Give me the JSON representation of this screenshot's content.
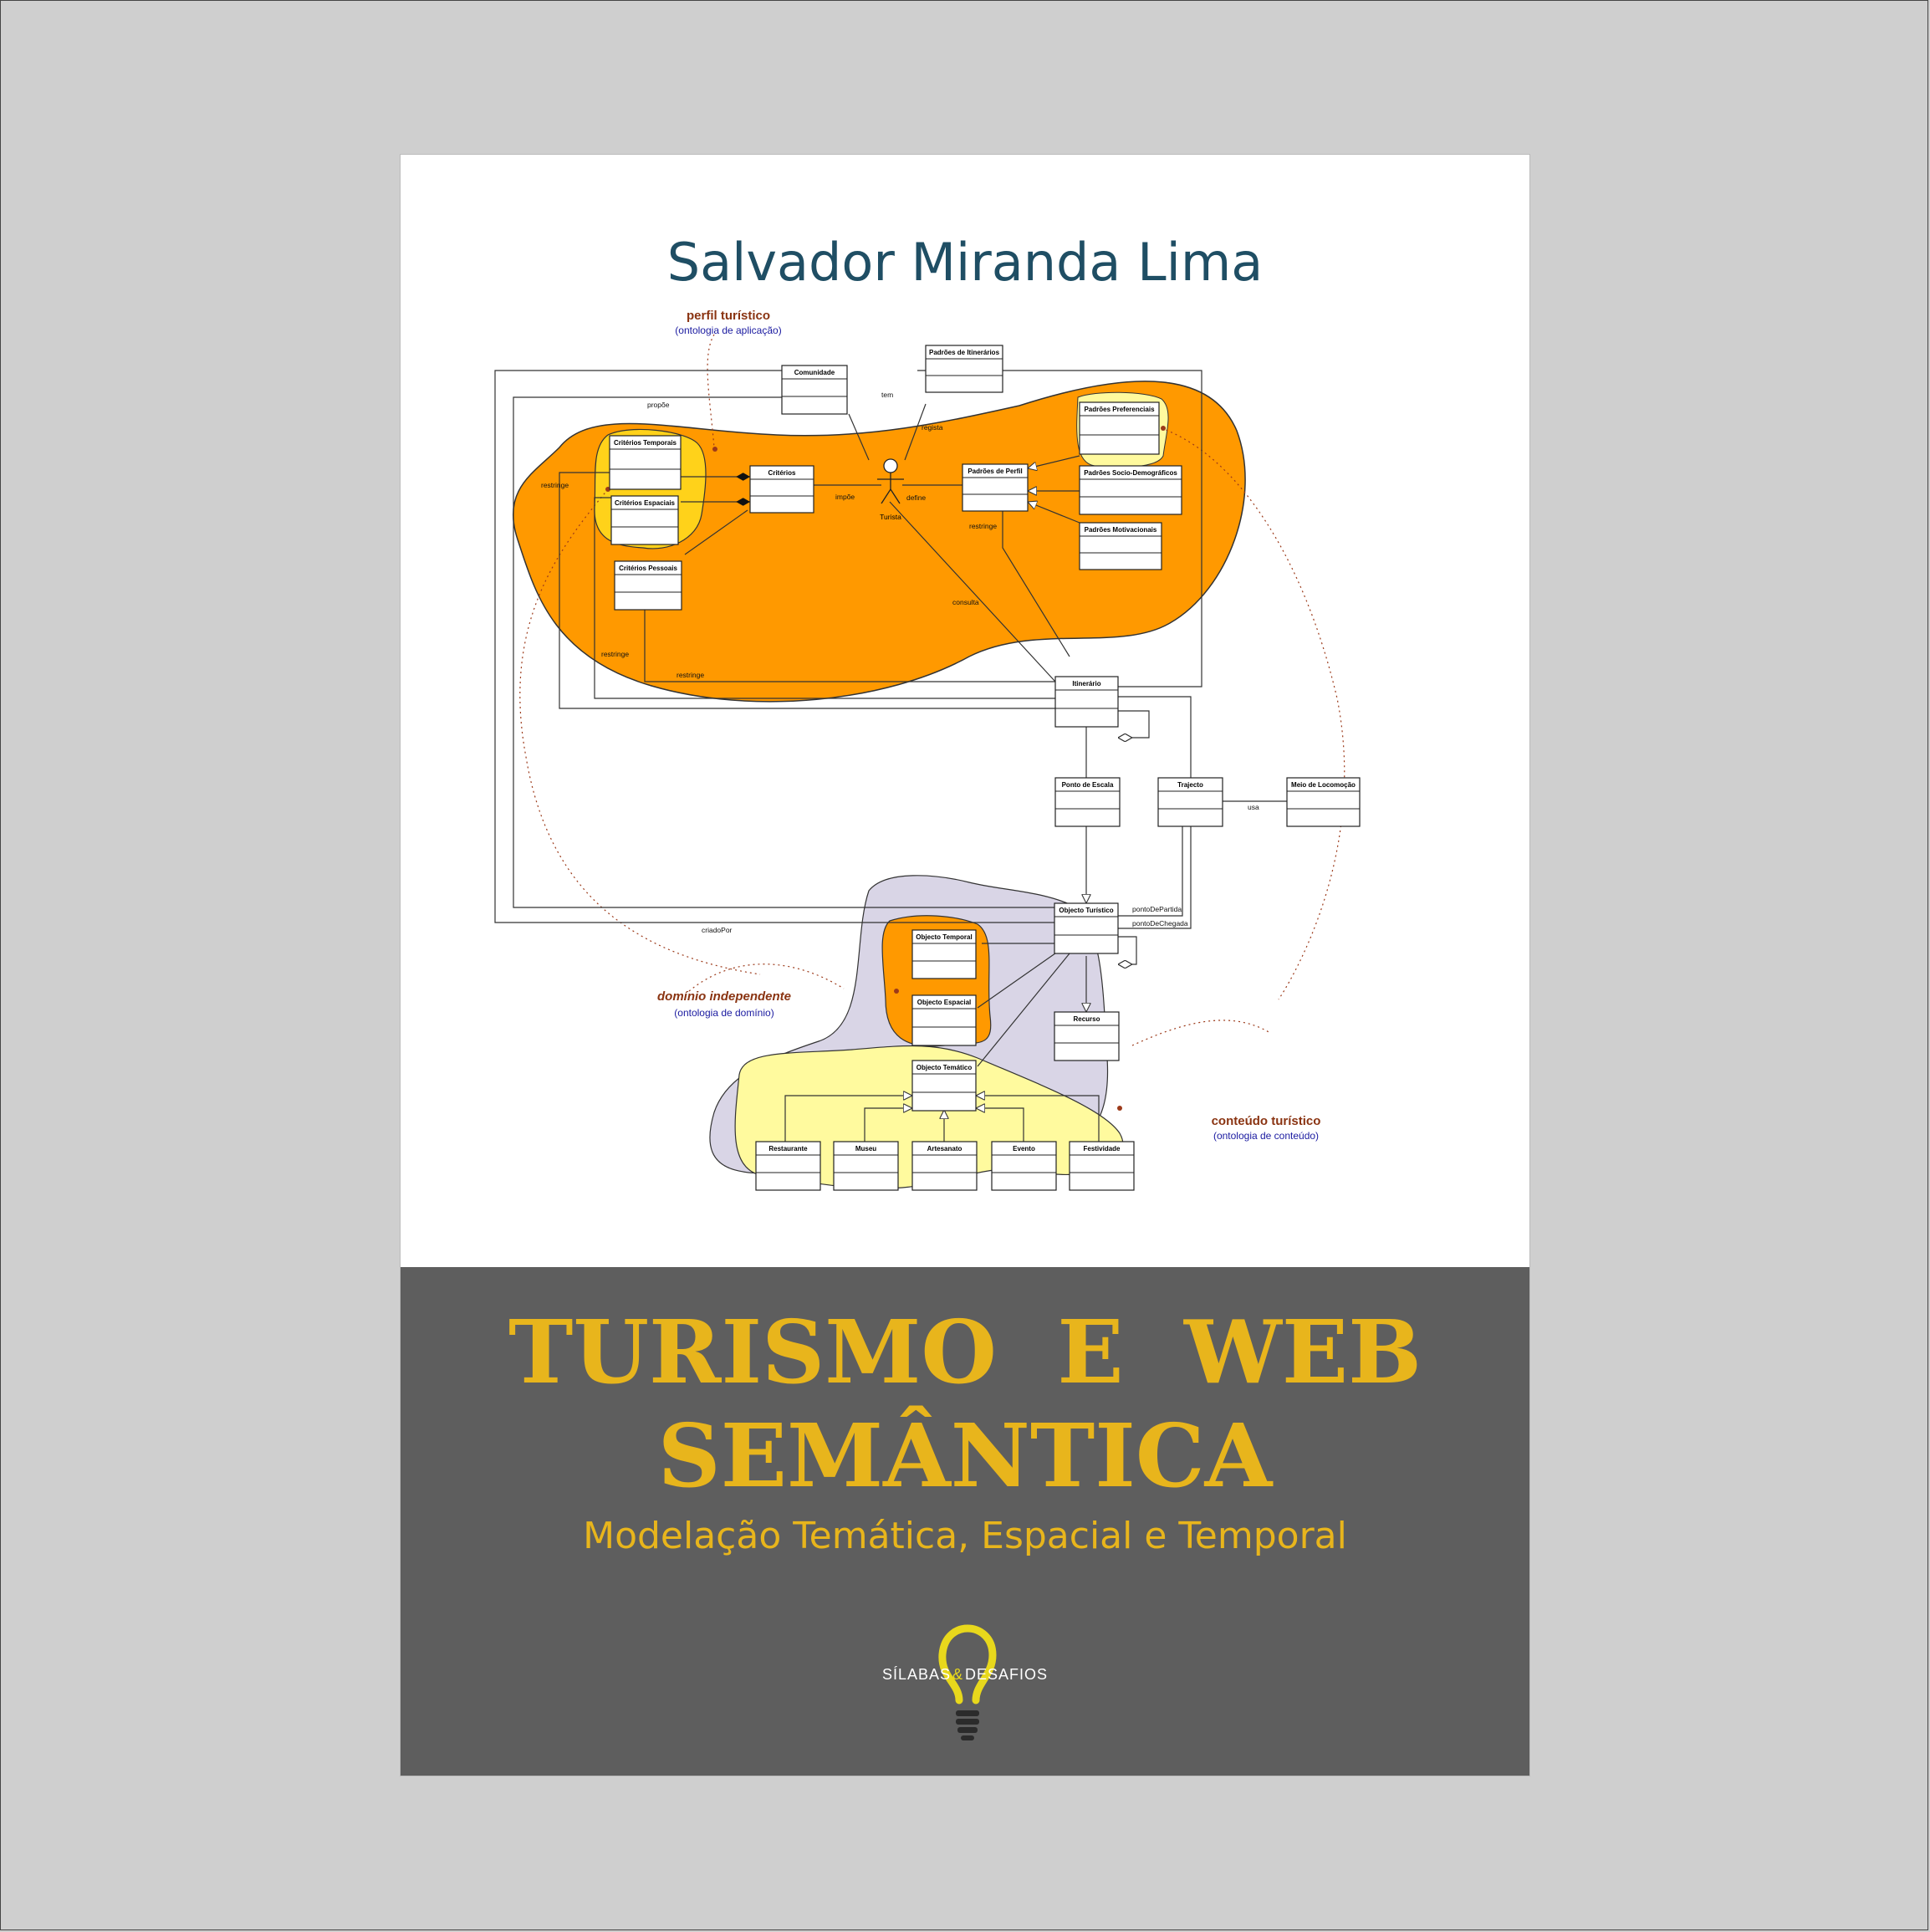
{
  "cover": {
    "author": "Salvador Miranda Lima",
    "title_line1": "TURISMO  E  WEB",
    "title_line2": "SEMÂNTICA",
    "subtitle": "Modelação Temática, Espacial e Temporal",
    "publisher_left": "SÍLABAS",
    "publisher_amp": "&",
    "publisher_right": "DESAFIOS"
  },
  "diagram": {
    "annotations": {
      "perfil_title": "perfil turístico",
      "perfil_sub": "(ontologia de aplicação)",
      "dominio_title": "domínio independente",
      "dominio_sub": "(ontologia de domínio)",
      "conteudo_title": "conteúdo turístico",
      "conteudo_sub": "(ontologia de conteúdo)"
    },
    "classes": {
      "comunidade": "Comunidade",
      "padroes_itinerarios": "Padrões de Itinerários",
      "criterios_temporais": "Critérios Temporais",
      "criterios_espaciais": "Critérios Espaciais",
      "criterios_pessoais": "Critérios Pessoais",
      "criterios": "Critérios",
      "padroes_perfil": "Padrões de Perfil",
      "padroes_preferenciais": "Padrões Preferenciais",
      "padroes_socio": "Padrões Socio-Demográficos",
      "padroes_motivacionais": "Padrões Motivacionais",
      "itinerario": "Itinerário",
      "ponto_escala": "Ponto de Escala",
      "trajecto": "Trajecto",
      "meio_locomocao": "Meio de Locomoção",
      "objecto_turistico": "Objecto Turístico",
      "objecto_temporal": "Objecto Temporal",
      "objecto_espacial": "Objecto Espacial",
      "recurso": "Recurso",
      "objecto_tematico": "Objecto Temático",
      "restaurante": "Restaurante",
      "museu": "Museu",
      "artesanato": "Artesanato",
      "evento": "Evento",
      "festividade": "Festividade",
      "turista": "Turista"
    },
    "labels": {
      "propoe": "propõe",
      "tem": "tem",
      "regista": "regista",
      "impoe": "impõe",
      "define": "define",
      "restringe": "restringe",
      "consulta": "consulta",
      "usa": "usa",
      "criadoPor": "criadoPor",
      "pontoDePartida": "pontoDePartida",
      "pontoDeChegada": "pontoDeChegada"
    }
  }
}
